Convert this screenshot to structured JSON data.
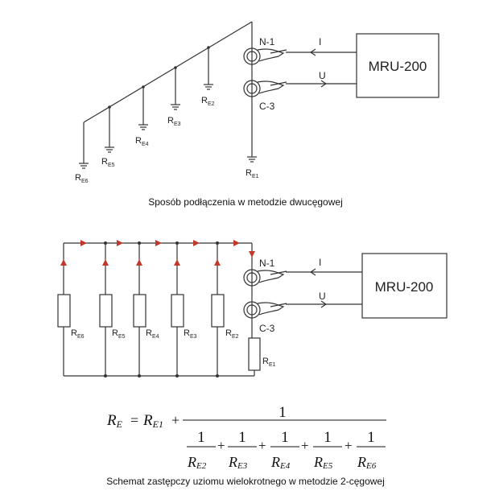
{
  "device": {
    "label": "MRU-200"
  },
  "clamps": {
    "top": "N-1",
    "bottom": "C-3"
  },
  "signals": {
    "current": "I",
    "voltage": "U"
  },
  "resistors": [
    {
      "main": "R",
      "sub": "E6"
    },
    {
      "main": "R",
      "sub": "E5"
    },
    {
      "main": "R",
      "sub": "E4"
    },
    {
      "main": "R",
      "sub": "E3"
    },
    {
      "main": "R",
      "sub": "E2"
    },
    {
      "main": "R",
      "sub": "E1"
    }
  ],
  "captions": {
    "top": "Sposób podłączenia w metodzie dwucęgowej",
    "bottom": "Schemat zastępczy uziomu wielokrotnego w metodzie 2-cęgowej"
  },
  "formula": {
    "lhs": "R",
    "lhs_sub": "E",
    "eq": "=",
    "term": "R",
    "term_sub": "E1",
    "plus": "+",
    "one": "1",
    "denominators": [
      {
        "main": "R",
        "sub": "E2"
      },
      {
        "main": "R",
        "sub": "E3"
      },
      {
        "main": "R",
        "sub": "E4"
      },
      {
        "main": "R",
        "sub": "E5"
      },
      {
        "main": "R",
        "sub": "E6"
      }
    ]
  },
  "colors": {
    "line": "#333333",
    "arrow": "#c0392b",
    "text": "#222222"
  }
}
